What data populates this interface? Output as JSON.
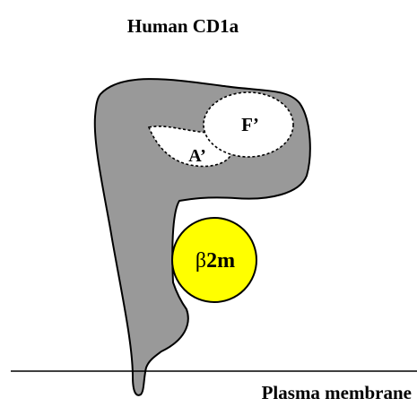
{
  "diagram": {
    "title": "Human CD1a",
    "membrane_label": "Plasma membrane",
    "pocket_a_label": "A’",
    "pocket_f_label": "F’",
    "b2m_label_greek": "β",
    "b2m_label_suffix": "2m"
  },
  "colors": {
    "protein_fill": "#999999",
    "b2m_fill": "#ffff00",
    "pocket_fill": "#ffffff",
    "outline": "#000000"
  }
}
